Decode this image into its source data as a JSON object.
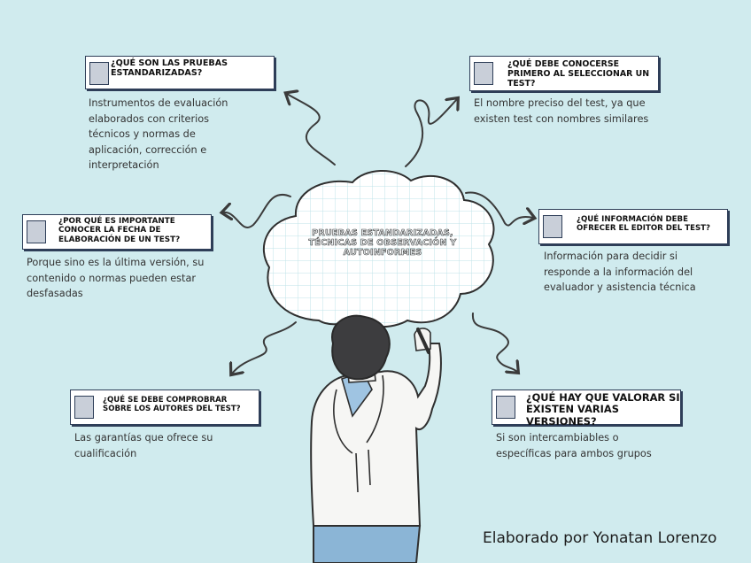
{
  "center": {
    "title": "PRUEBAS ESTANDARIZADAS, TÉCNICAS DE OBSERVACIÓN Y AUTOINFORMES"
  },
  "items": [
    {
      "question": "¿QUÉ SON LAS PRUEBAS ESTANDARIZADAS?",
      "answer": "Instrumentos de evaluación elaborados con criterios técnicos y normas de aplicación, corrección e interpretación"
    },
    {
      "question": "¿QUÉ DEBE CONOCERSE PRIMERO AL SELECCIONAR UN TEST?",
      "answer": "El nombre preciso del test, ya que existen test con nombres similares"
    },
    {
      "question": "¿POR QUÉ ES IMPORTANTE CONOCER LA FECHA DE ELABORACIÓN DE UN TEST?",
      "answer": "Porque sino es la última versión, su contenido o normas pueden estar desfasadas"
    },
    {
      "question": "¿QUÉ INFORMACIÓN DEBE OFRECER EL EDITOR DEL TEST?",
      "answer": "Información para decidir si responde a la información del evaluador y asistencia técnica"
    },
    {
      "question": "¿QUÉ SE DEBE COMPROBRAR SOBRE LOS AUTORES DEL TEST?",
      "answer": "Las garantías que ofrece su cualificación"
    },
    {
      "question": "¿QUÉ HAY QUE VALORAR SI EXISTEN VARIAS VERSIONES?",
      "answer": "Si son intercambiables o específicas para ambos grupos"
    }
  ],
  "credit": "Elaborado por Yonatan Lorenzo",
  "colors": {
    "background": "#d0ebee",
    "box_border": "#2e3e58",
    "square": "#c9cfd9",
    "cloud_grid": "#bfe3e8"
  }
}
